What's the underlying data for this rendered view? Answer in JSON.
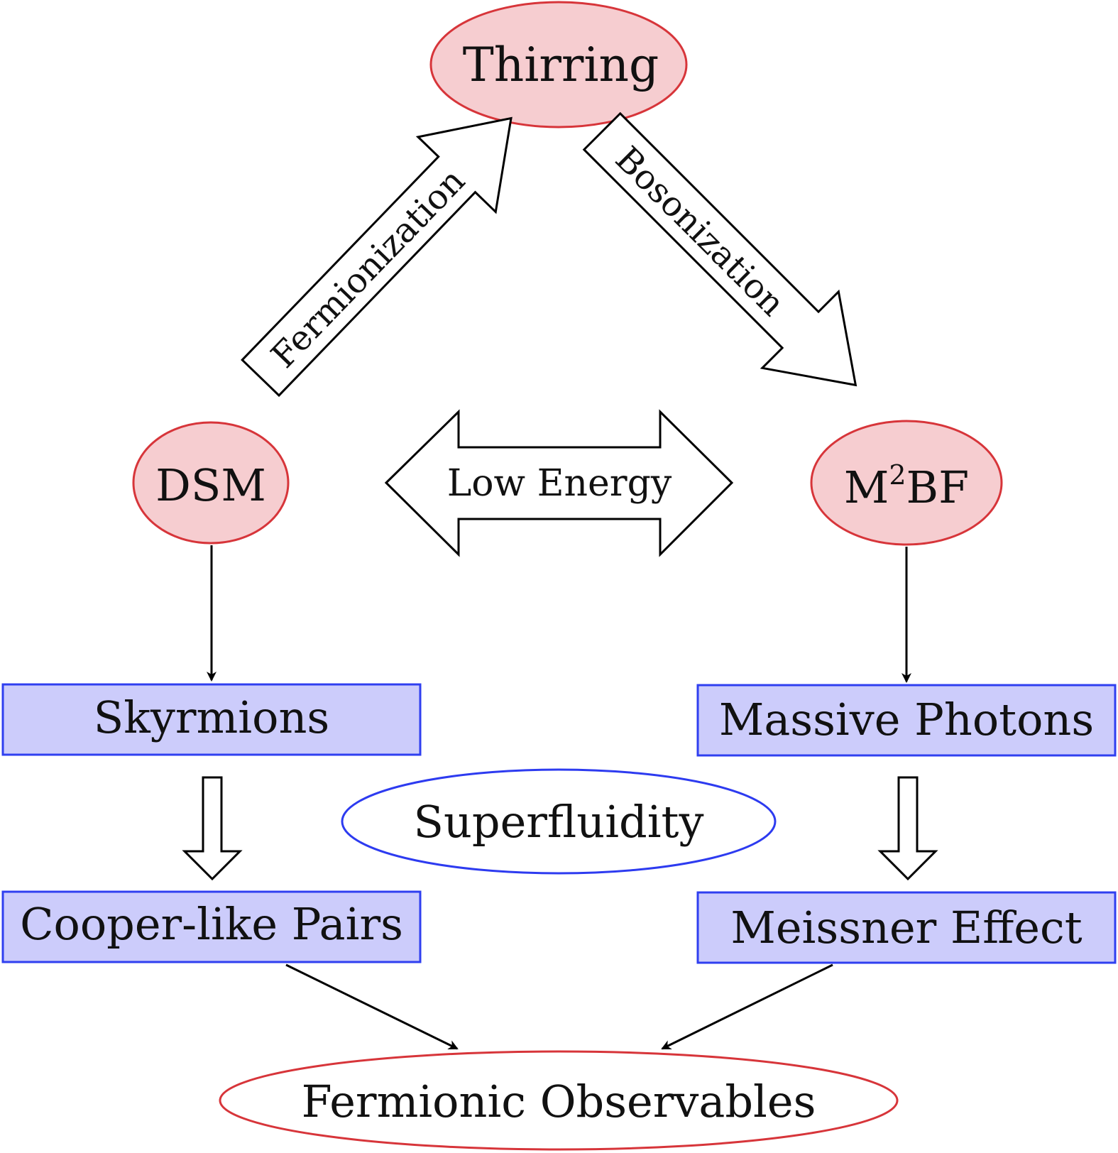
{
  "colors": {
    "ellipse_fill": "#f6cdd0",
    "ellipse_stroke": "#d7353a",
    "box_fill": "#ccccfb",
    "box_stroke": "#2f3ff0",
    "outline_ellipse_stroke": "#2d3bf0",
    "obs_ellipse_stroke": "#d7353a",
    "arrow_stroke": "#000000",
    "arrow_fill": "#ffffff"
  },
  "nodes": {
    "thirring": "Thirring",
    "dsm": "DSM",
    "m2bf_base": "M",
    "m2bf_sup": "2",
    "m2bf_tail": "BF",
    "skyrmions": "Skyrmions",
    "massive_photons": "Massive Photons",
    "superfluidity": "Superfluidity",
    "cooper_pairs": "Cooper-like Pairs",
    "meissner": "Meissner Effect",
    "fermionic_observables": "Fermionic Observables"
  },
  "arrows": {
    "fermionization": "Fermionization",
    "bosonization": "Bosonization",
    "low_energy": "Low Energy"
  }
}
